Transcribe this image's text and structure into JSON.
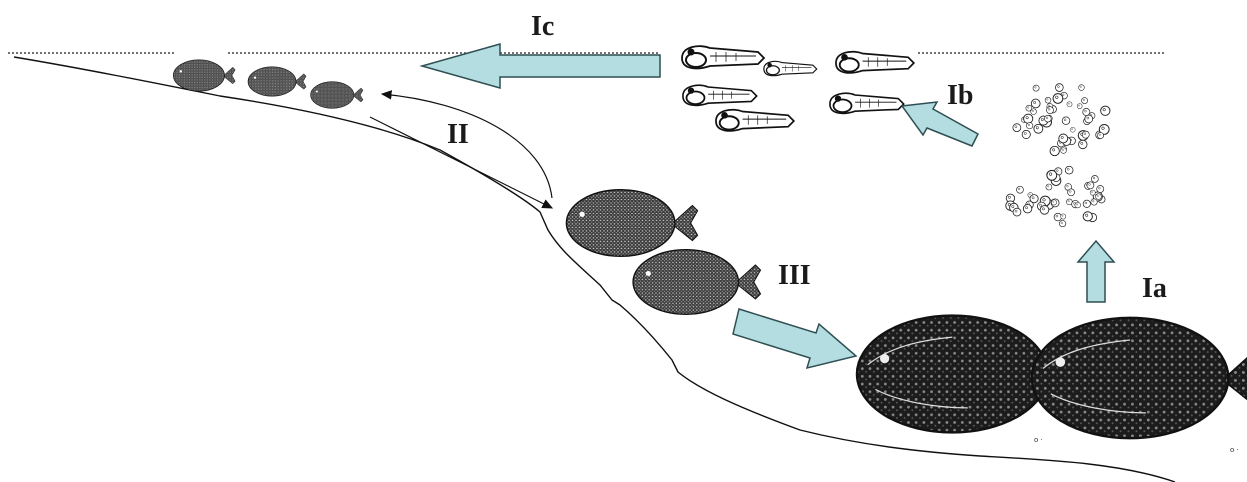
{
  "labels": {
    "ic": "Ic",
    "ib": "Ib",
    "ia": "Ia",
    "ii": "II",
    "iii": "III"
  },
  "colors": {
    "arrow_fill": "#b4dde2",
    "arrow_stroke": "#2f4f52",
    "fish_dark": "#1c1c1c",
    "line": "#111111",
    "surface_dots": "#444444"
  },
  "icons": {
    "flatfish": "flatfish-icon",
    "larva": "larva-icon",
    "egg": "egg-icon"
  }
}
